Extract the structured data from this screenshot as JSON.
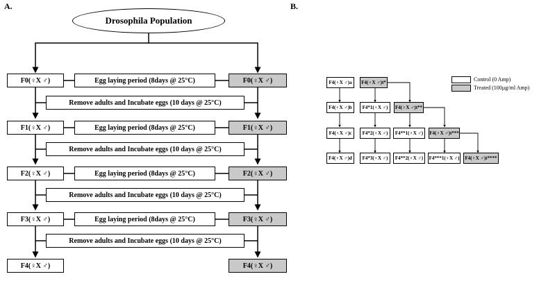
{
  "panel_a": {
    "label": "A.",
    "population": "Drosophila Population",
    "egg_laying": "Egg laying period  (8days @ 25°C)",
    "incubate": "Remove adults and Incubate  eggs (10 days @ 25°C)",
    "gen_left": [
      "F0(♀X ♂)",
      "F1(♀X ♂)",
      "F2(♀X ♂)",
      "F3(♀X ♂)",
      "F4(♀X ♂)"
    ],
    "gen_right": [
      "F0(♀X ♂)",
      "F1(♀X ♂)",
      "F2(♀X ♂)",
      "F3(♀X ♂)",
      "F4(♀X ♂)"
    ]
  },
  "panel_b": {
    "label": "B.",
    "legend": {
      "control": "Control (0 Amp)",
      "treated": "Treated (100µg/ml Amp)",
      "control_color": "#ffffff",
      "treated_color": "#c9c9c9"
    },
    "row1": [
      "F4(♀X ♂)a",
      "F4(♀X ♂)t*"
    ],
    "row2": [
      "F4(♀X ♂)b",
      "F4*1(♀X ♂)",
      "F4(♀X ♂)t**"
    ],
    "row3": [
      "F4(♀X ♂)c",
      "F4*2(♀X ♂)",
      "F4**1(♀X ♂)",
      "F4(♀X ♂)t***"
    ],
    "row4": [
      "F4(♀X ♂)d",
      "F4*3(♀X ♂)",
      "F4**2(♀X ♂)",
      "F4***1(♀X ♂)",
      "F4(♀X ♂)t****"
    ]
  }
}
